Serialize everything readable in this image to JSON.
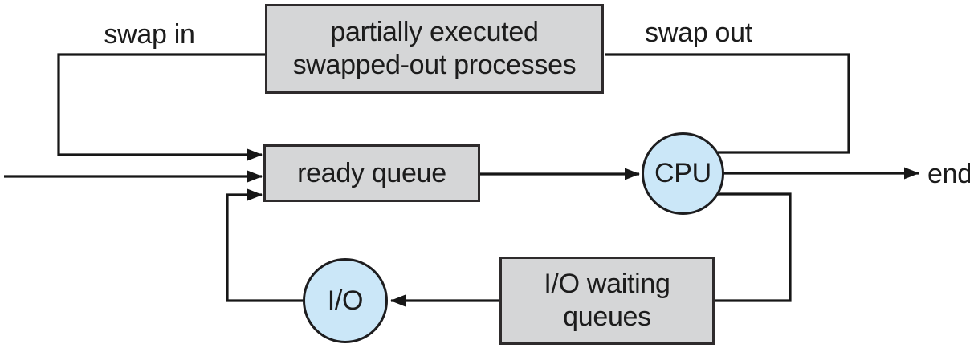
{
  "figure": "queueing-diagram of process scheduling with swapping",
  "colors": {
    "background": "#ffffff",
    "box_fill": "#d5d6d7",
    "box_border": "#2e2b2c",
    "circle_fill": "#cbe7f8",
    "circle_border": "#1d1d1f",
    "line": "#161616",
    "text": "#1c1c1c"
  },
  "nodes": {
    "swapped_out": {
      "line1": "partially executed",
      "line2": "swapped-out processes"
    },
    "ready_queue": {
      "label": "ready queue"
    },
    "io_waiting": {
      "line1": "I/O waiting",
      "line2": "queues"
    },
    "cpu": {
      "label": "CPU"
    },
    "io": {
      "label": "I/O"
    }
  },
  "labels": {
    "swap_in": "swap in",
    "swap_out": "swap out",
    "end": "end"
  }
}
